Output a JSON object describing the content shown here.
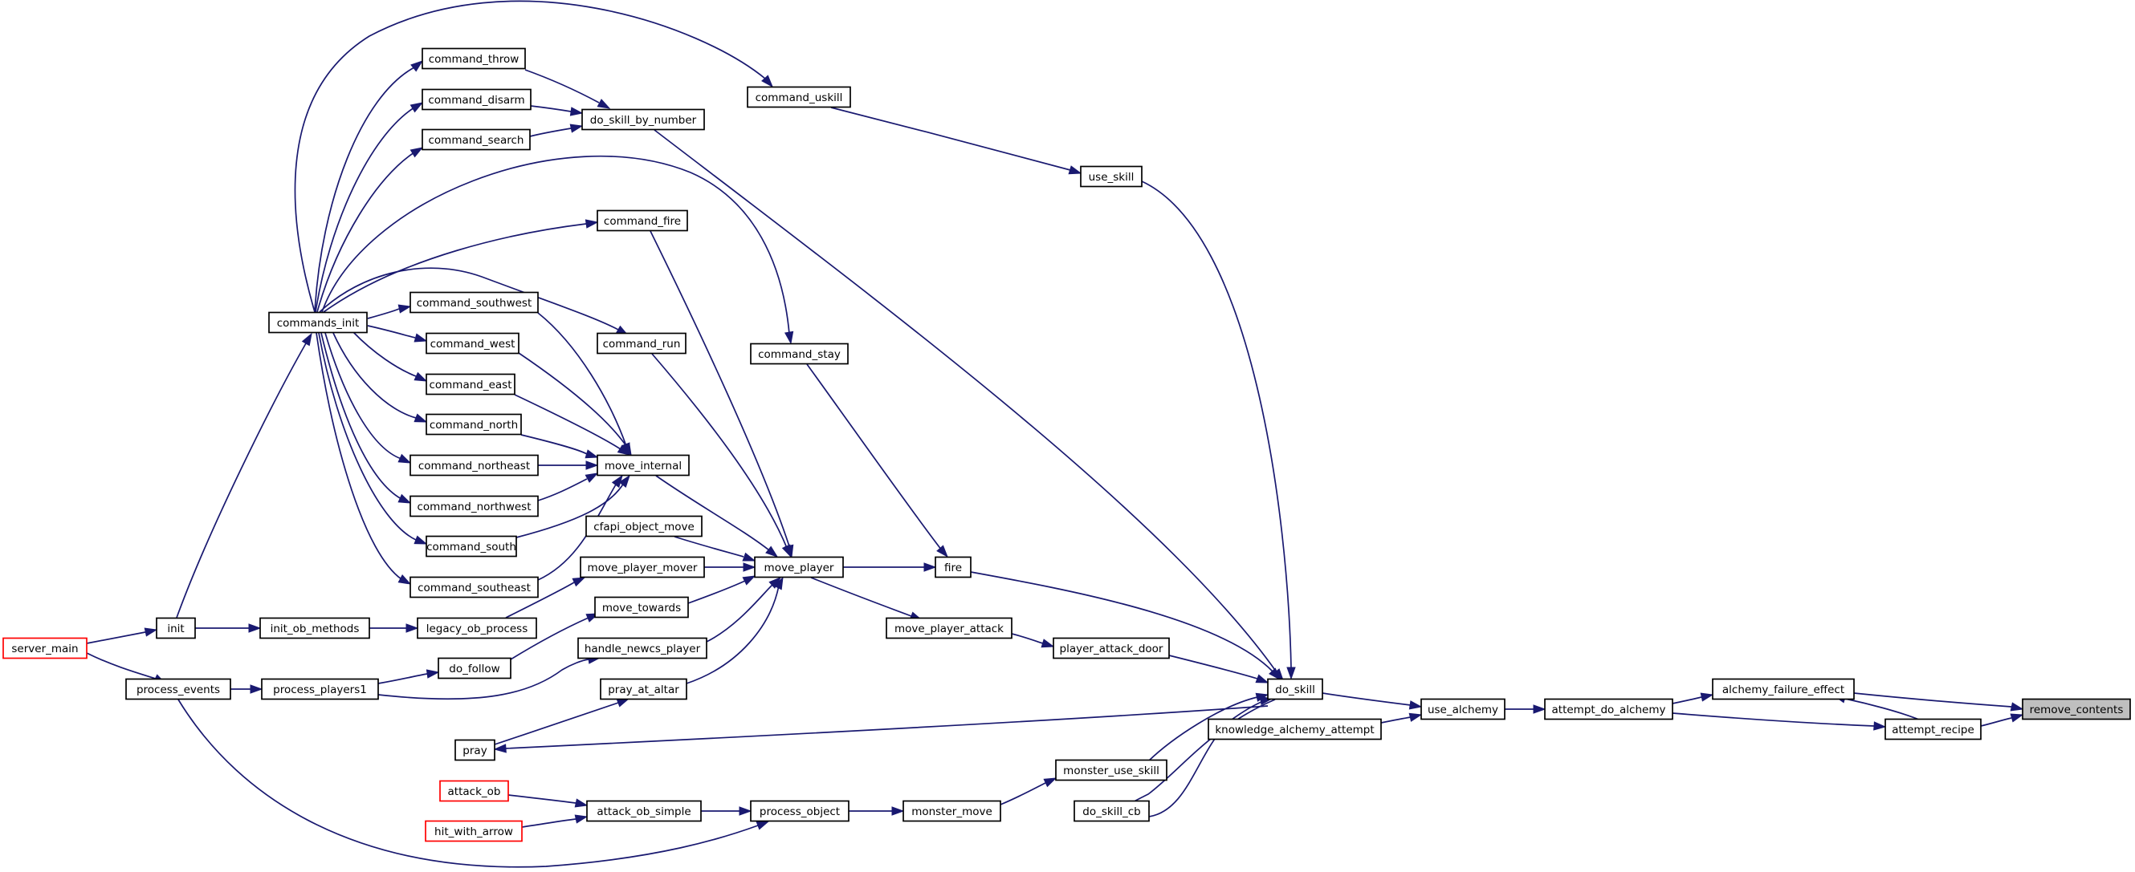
{
  "graph": {
    "colors": {
      "edge": "#191970",
      "node_border": "#000000",
      "truncated_border": "#ff0000",
      "root_fill": "#bfbfbf",
      "background": "#ffffff"
    },
    "nodes": [
      {
        "id": "remove_contents",
        "label": "remove_contents",
        "root": true
      },
      {
        "id": "alchemy_failure_effect",
        "label": "alchemy_failure_effect"
      },
      {
        "id": "attempt_recipe",
        "label": "attempt_recipe"
      },
      {
        "id": "attempt_do_alchemy",
        "label": "attempt_do_alchemy"
      },
      {
        "id": "use_alchemy",
        "label": "use_alchemy"
      },
      {
        "id": "do_skill",
        "label": "do_skill"
      },
      {
        "id": "knowledge_alchemy_attempt",
        "label": "knowledge_alchemy_attempt"
      },
      {
        "id": "use_skill",
        "label": "use_skill"
      },
      {
        "id": "command_uskill",
        "label": "command_uskill"
      },
      {
        "id": "do_skill_by_number",
        "label": "do_skill_by_number"
      },
      {
        "id": "command_throw",
        "label": "command_throw"
      },
      {
        "id": "command_disarm",
        "label": "command_disarm"
      },
      {
        "id": "command_search",
        "label": "command_search"
      },
      {
        "id": "commands_init",
        "label": "commands_init"
      },
      {
        "id": "init",
        "label": "init"
      },
      {
        "id": "server_main",
        "label": "server_main",
        "truncated": true
      },
      {
        "id": "fire",
        "label": "fire"
      },
      {
        "id": "command_stay",
        "label": "command_stay"
      },
      {
        "id": "move_player",
        "label": "move_player"
      },
      {
        "id": "command_fire",
        "label": "command_fire"
      },
      {
        "id": "command_run",
        "label": "command_run"
      },
      {
        "id": "move_internal",
        "label": "move_internal"
      },
      {
        "id": "command_southwest",
        "label": "command_southwest"
      },
      {
        "id": "command_west",
        "label": "command_west"
      },
      {
        "id": "command_east",
        "label": "command_east"
      },
      {
        "id": "command_north",
        "label": "command_north"
      },
      {
        "id": "command_northeast",
        "label": "command_northeast"
      },
      {
        "id": "command_northwest",
        "label": "command_northwest"
      },
      {
        "id": "command_south",
        "label": "command_south"
      },
      {
        "id": "command_southeast",
        "label": "command_southeast"
      },
      {
        "id": "cfapi_object_move",
        "label": "cfapi_object_move"
      },
      {
        "id": "move_player_mover",
        "label": "move_player_mover"
      },
      {
        "id": "legacy_ob_process",
        "label": "legacy_ob_process"
      },
      {
        "id": "init_ob_methods",
        "label": "init_ob_methods"
      },
      {
        "id": "move_towards",
        "label": "move_towards"
      },
      {
        "id": "do_follow",
        "label": "do_follow"
      },
      {
        "id": "process_players1",
        "label": "process_players1"
      },
      {
        "id": "process_events",
        "label": "process_events"
      },
      {
        "id": "handle_newcs_player",
        "label": "handle_newcs_player"
      },
      {
        "id": "pray_at_altar",
        "label": "pray_at_altar"
      },
      {
        "id": "pray",
        "label": "pray"
      },
      {
        "id": "move_player_attack",
        "label": "move_player_attack"
      },
      {
        "id": "player_attack_door",
        "label": "player_attack_door"
      },
      {
        "id": "monster_use_skill",
        "label": "monster_use_skill"
      },
      {
        "id": "monster_move",
        "label": "monster_move"
      },
      {
        "id": "process_object",
        "label": "process_object"
      },
      {
        "id": "attack_ob_simple",
        "label": "attack_ob_simple"
      },
      {
        "id": "attack_ob",
        "label": "attack_ob",
        "truncated": true
      },
      {
        "id": "hit_with_arrow",
        "label": "hit_with_arrow",
        "truncated": true
      },
      {
        "id": "do_skill_cb",
        "label": "do_skill_cb"
      }
    ],
    "edges": [
      {
        "from": "alchemy_failure_effect",
        "to": "remove_contents"
      },
      {
        "from": "attempt_recipe",
        "to": "remove_contents"
      },
      {
        "from": "attempt_recipe",
        "to": "alchemy_failure_effect"
      },
      {
        "from": "attempt_do_alchemy",
        "to": "alchemy_failure_effect"
      },
      {
        "from": "attempt_do_alchemy",
        "to": "attempt_recipe"
      },
      {
        "from": "use_alchemy",
        "to": "attempt_do_alchemy"
      },
      {
        "from": "do_skill",
        "to": "use_alchemy"
      },
      {
        "from": "knowledge_alchemy_attempt",
        "to": "use_alchemy"
      },
      {
        "from": "use_skill",
        "to": "do_skill"
      },
      {
        "from": "command_uskill",
        "to": "use_skill"
      },
      {
        "from": "commands_init",
        "to": "command_uskill"
      },
      {
        "from": "do_skill_by_number",
        "to": "do_skill"
      },
      {
        "from": "command_throw",
        "to": "do_skill_by_number"
      },
      {
        "from": "command_disarm",
        "to": "do_skill_by_number"
      },
      {
        "from": "command_search",
        "to": "do_skill_by_number"
      },
      {
        "from": "commands_init",
        "to": "command_throw"
      },
      {
        "from": "commands_init",
        "to": "command_disarm"
      },
      {
        "from": "commands_init",
        "to": "command_search"
      },
      {
        "from": "init",
        "to": "commands_init"
      },
      {
        "from": "server_main",
        "to": "init"
      },
      {
        "from": "fire",
        "to": "do_skill"
      },
      {
        "from": "command_stay",
        "to": "fire"
      },
      {
        "from": "commands_init",
        "to": "command_stay"
      },
      {
        "from": "move_player",
        "to": "fire"
      },
      {
        "from": "command_fire",
        "to": "move_player"
      },
      {
        "from": "command_run",
        "to": "move_player"
      },
      {
        "from": "move_internal",
        "to": "move_player"
      },
      {
        "from": "commands_init",
        "to": "command_fire"
      },
      {
        "from": "commands_init",
        "to": "command_run"
      },
      {
        "from": "command_southwest",
        "to": "move_internal"
      },
      {
        "from": "command_west",
        "to": "move_internal"
      },
      {
        "from": "command_east",
        "to": "move_internal"
      },
      {
        "from": "command_north",
        "to": "move_internal"
      },
      {
        "from": "command_northeast",
        "to": "move_internal"
      },
      {
        "from": "command_northwest",
        "to": "move_internal"
      },
      {
        "from": "command_south",
        "to": "move_internal"
      },
      {
        "from": "command_southeast",
        "to": "move_internal"
      },
      {
        "from": "commands_init",
        "to": "command_southwest"
      },
      {
        "from": "commands_init",
        "to": "command_west"
      },
      {
        "from": "commands_init",
        "to": "command_east"
      },
      {
        "from": "commands_init",
        "to": "command_north"
      },
      {
        "from": "commands_init",
        "to": "command_northeast"
      },
      {
        "from": "commands_init",
        "to": "command_northwest"
      },
      {
        "from": "commands_init",
        "to": "command_south"
      },
      {
        "from": "commands_init",
        "to": "command_southeast"
      },
      {
        "from": "cfapi_object_move",
        "to": "move_player"
      },
      {
        "from": "move_player_mover",
        "to": "move_player"
      },
      {
        "from": "legacy_ob_process",
        "to": "move_player_mover"
      },
      {
        "from": "init_ob_methods",
        "to": "legacy_ob_process"
      },
      {
        "from": "init",
        "to": "init_ob_methods"
      },
      {
        "from": "move_towards",
        "to": "move_player"
      },
      {
        "from": "do_follow",
        "to": "move_towards"
      },
      {
        "from": "process_players1",
        "to": "do_follow"
      },
      {
        "from": "process_events",
        "to": "process_players1"
      },
      {
        "from": "server_main",
        "to": "process_events"
      },
      {
        "from": "handle_newcs_player",
        "to": "move_player"
      },
      {
        "from": "process_players1",
        "to": "handle_newcs_player"
      },
      {
        "from": "pray_at_altar",
        "to": "move_player"
      },
      {
        "from": "pray",
        "to": "pray_at_altar"
      },
      {
        "from": "do_skill",
        "to": "pray"
      },
      {
        "from": "move_player",
        "to": "move_player_attack"
      },
      {
        "from": "move_player_attack",
        "to": "player_attack_door"
      },
      {
        "from": "player_attack_door",
        "to": "do_skill"
      },
      {
        "from": "monster_use_skill",
        "to": "do_skill"
      },
      {
        "from": "monster_move",
        "to": "monster_use_skill"
      },
      {
        "from": "process_object",
        "to": "monster_move"
      },
      {
        "from": "attack_ob_simple",
        "to": "process_object"
      },
      {
        "from": "process_events",
        "to": "process_object"
      },
      {
        "from": "attack_ob",
        "to": "attack_ob_simple"
      },
      {
        "from": "hit_with_arrow",
        "to": "attack_ob_simple"
      },
      {
        "from": "do_skill",
        "to": "do_skill_cb"
      },
      {
        "from": "do_skill_cb",
        "to": "do_skill"
      }
    ]
  }
}
